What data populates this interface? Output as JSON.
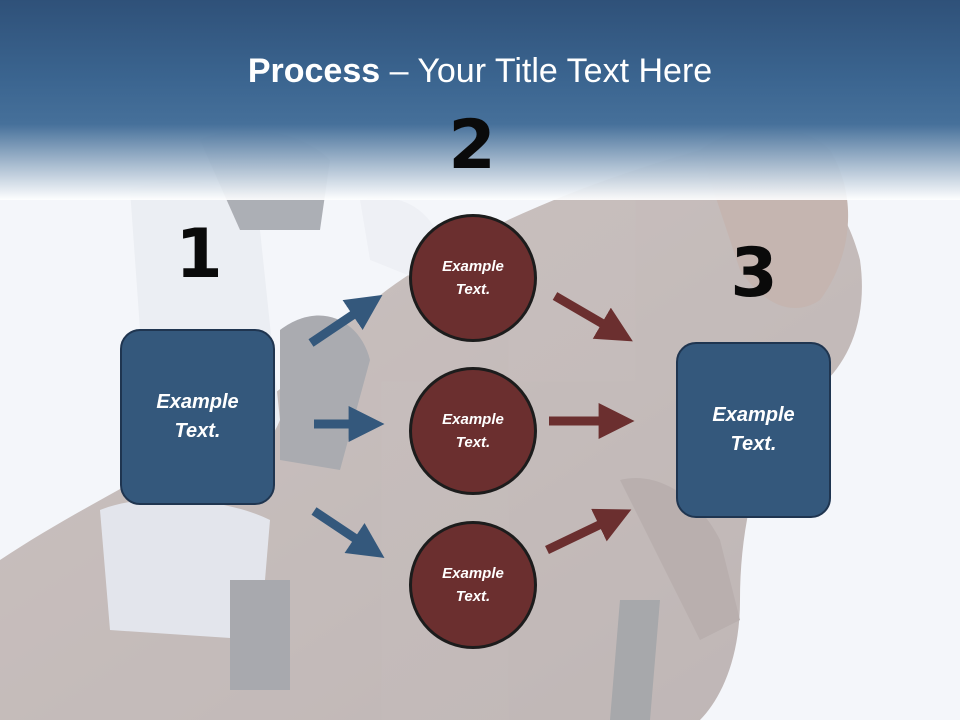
{
  "title": {
    "bold": "Process",
    "rest": " – Your Title Text Here"
  },
  "steps": {
    "n1": "1",
    "n2": "2",
    "n3": "3"
  },
  "box_left": {
    "line1": "Example",
    "line2": "Text."
  },
  "box_right": {
    "line1": "Example",
    "line2": "Text."
  },
  "circles": [
    {
      "line1": "Example",
      "line2": "Text."
    },
    {
      "line1": "Example",
      "line2": "Text."
    },
    {
      "line1": "Example",
      "line2": "Text."
    }
  ],
  "colors": {
    "box": "#34587c",
    "circle": "#6b2f2f",
    "arrow_blue": "#34587c",
    "arrow_red": "#6b2f2f",
    "header": "#3b6590"
  }
}
